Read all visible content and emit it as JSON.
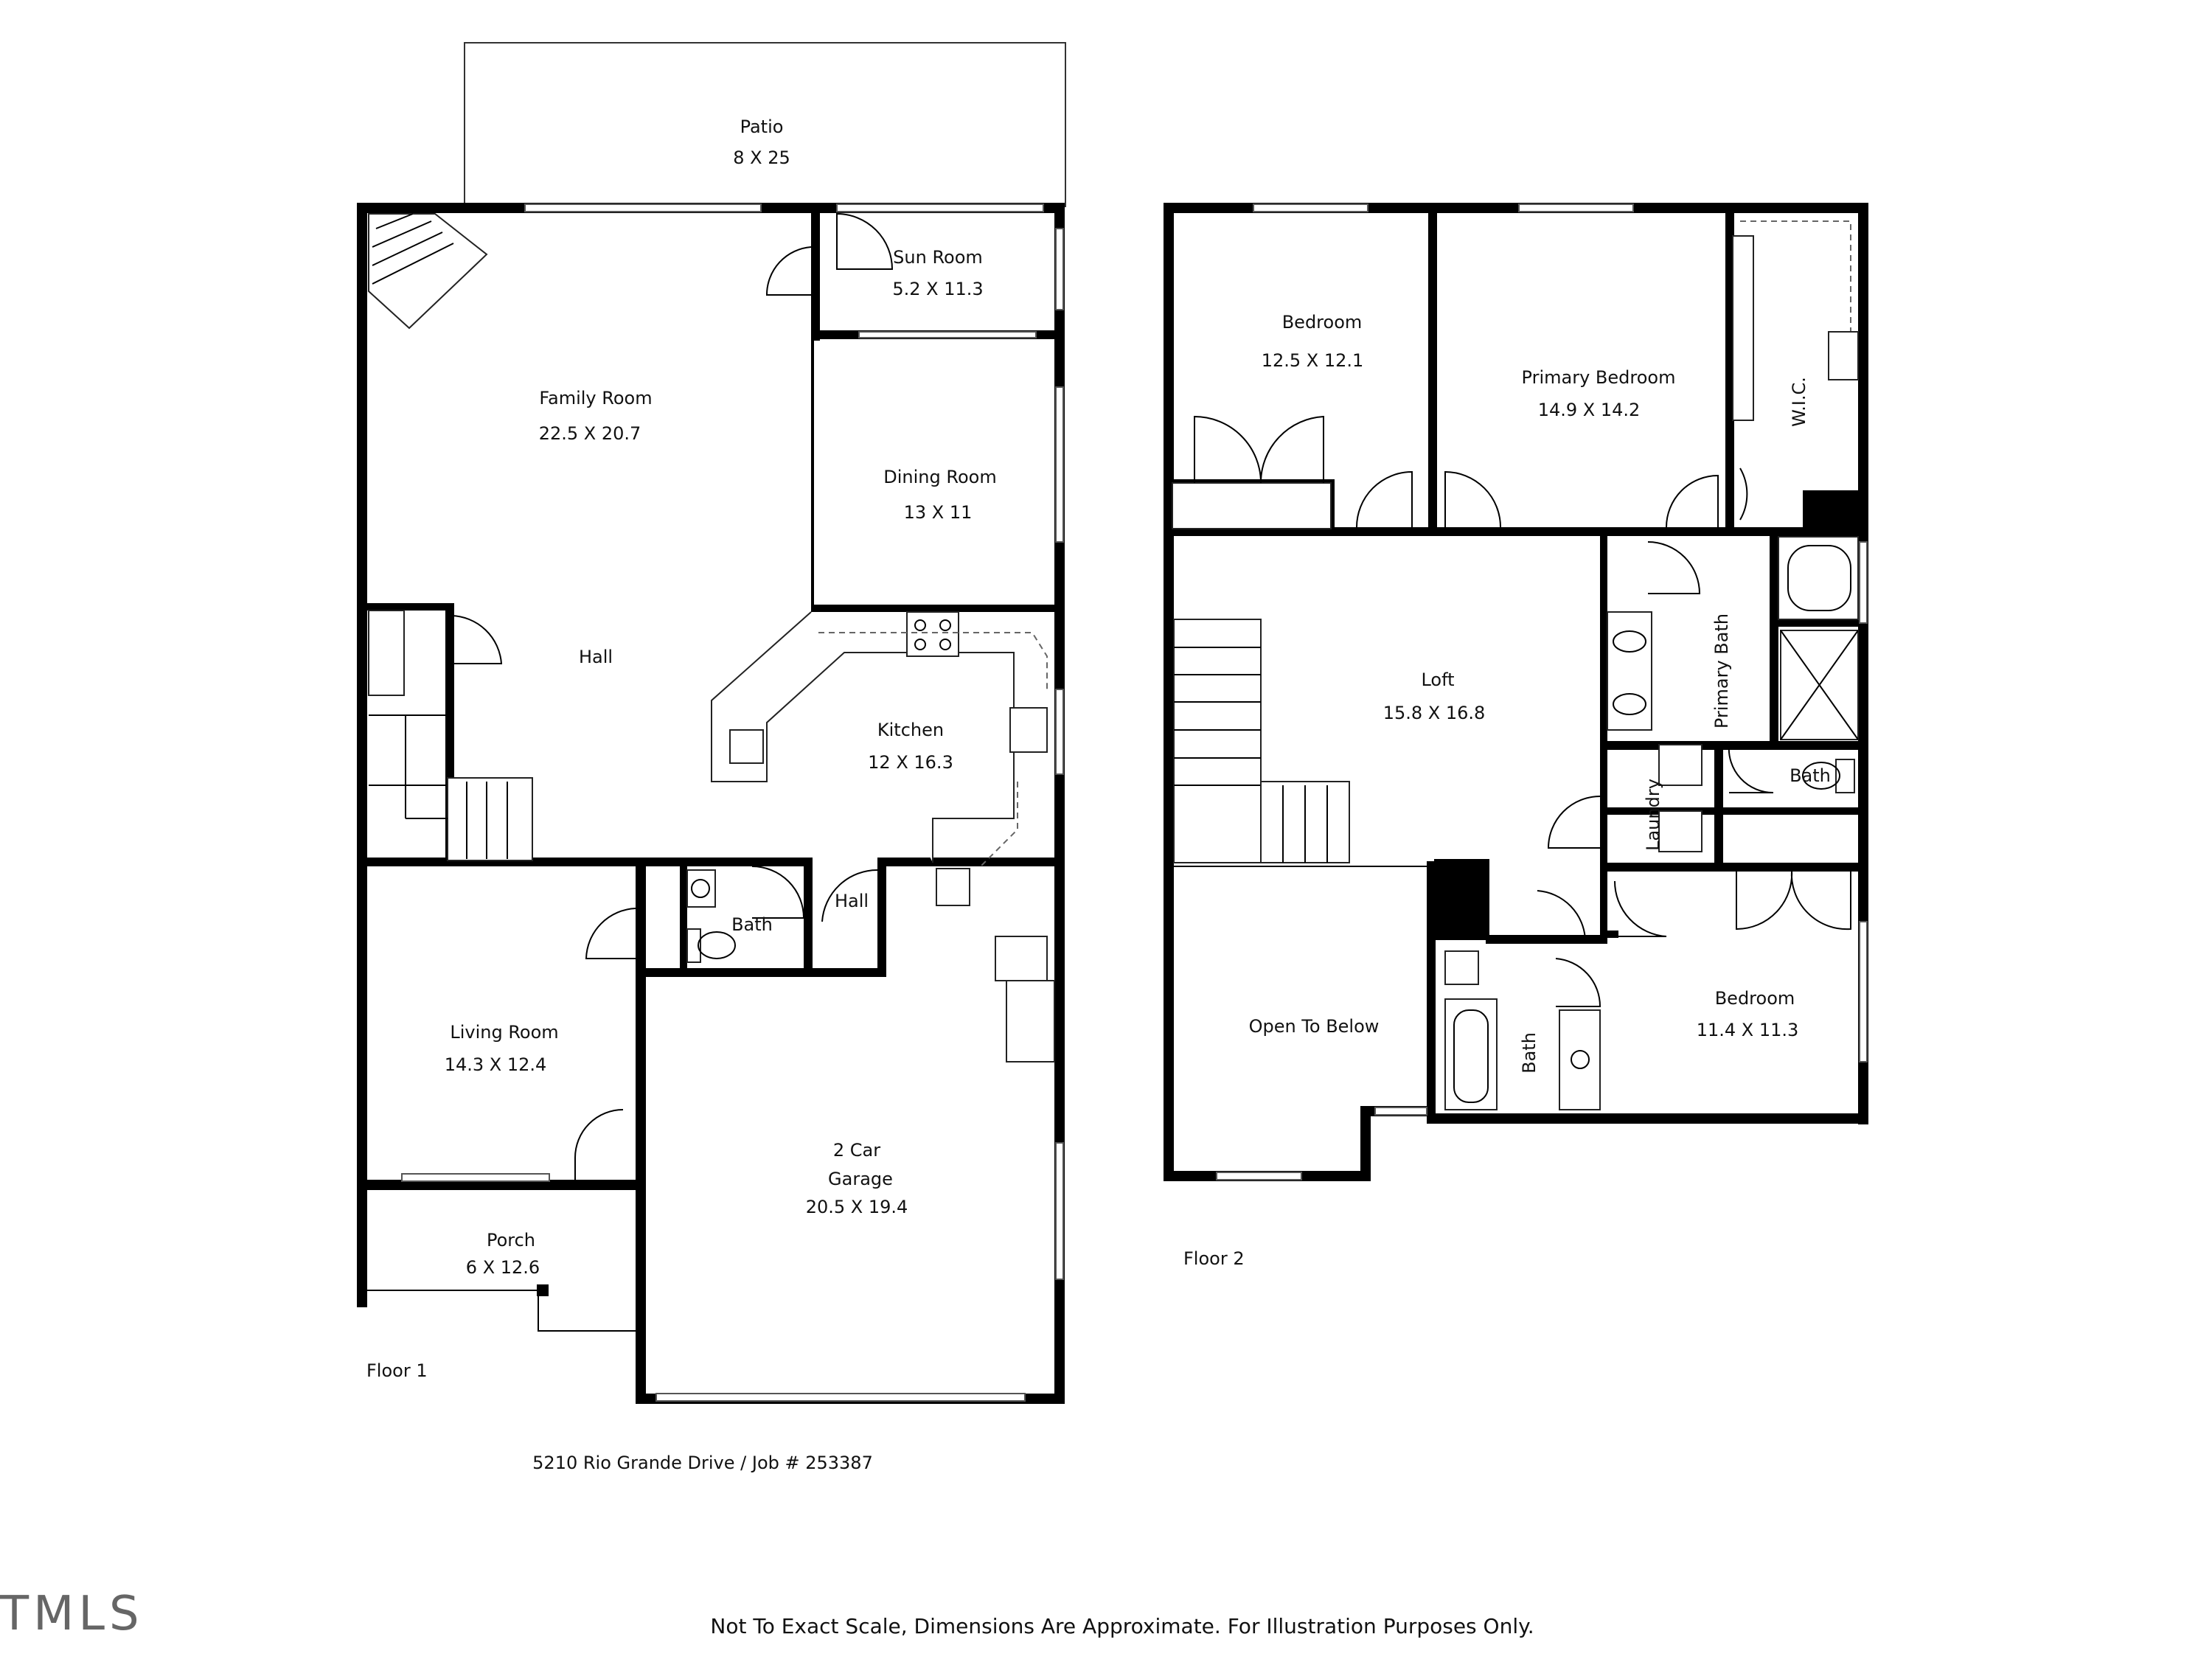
{
  "floor1": {
    "label": "Floor 1",
    "rooms": {
      "patio": {
        "name": "Patio",
        "dims": "8 X 25"
      },
      "sun_room": {
        "name": "Sun Room",
        "dims": "5.2 X 11.3"
      },
      "family_room": {
        "name": "Family Room",
        "dims": "22.5 X 20.7"
      },
      "dining_room": {
        "name": "Dining Room",
        "dims": "13 X 11"
      },
      "hall": {
        "name": "Hall"
      },
      "kitchen": {
        "name": "Kitchen",
        "dims": "12 X 16.3"
      },
      "bath": {
        "name": "Bath"
      },
      "hall_small": {
        "name": "Hall"
      },
      "living_room": {
        "name": "Living Room",
        "dims": "14.3 X 12.4"
      },
      "garage": {
        "name_line1": "2 Car",
        "name_line2": "Garage",
        "dims": "20.5 X 19.4"
      },
      "porch": {
        "name": "Porch",
        "dims": "6 X 12.6"
      }
    }
  },
  "floor2": {
    "label": "Floor 2",
    "rooms": {
      "bedroom_a": {
        "name": "Bedroom",
        "dims": "12.5 X 12.1"
      },
      "primary_bedroom": {
        "name": "Primary Bedroom",
        "dims": "14.9 X 14.2"
      },
      "wic": {
        "name": "W.I.C."
      },
      "loft": {
        "name": "Loft",
        "dims": "15.8 X 16.8"
      },
      "primary_bath": {
        "name": "Primary Bath"
      },
      "laundry": {
        "name": "Laundry"
      },
      "bath_a": {
        "name": "Bath"
      },
      "bath_b": {
        "name": "Bath"
      },
      "open_to_below": {
        "name": "Open To Below"
      },
      "bedroom_b": {
        "name": "Bedroom",
        "dims": "11.4 X 11.3"
      }
    }
  },
  "caption": "5210 Rio Grande Drive / Job # 253387",
  "footer": "Not To Exact Scale, Dimensions Are Approximate. For Illustration Purposes Only.",
  "logo_text": "TMLS"
}
